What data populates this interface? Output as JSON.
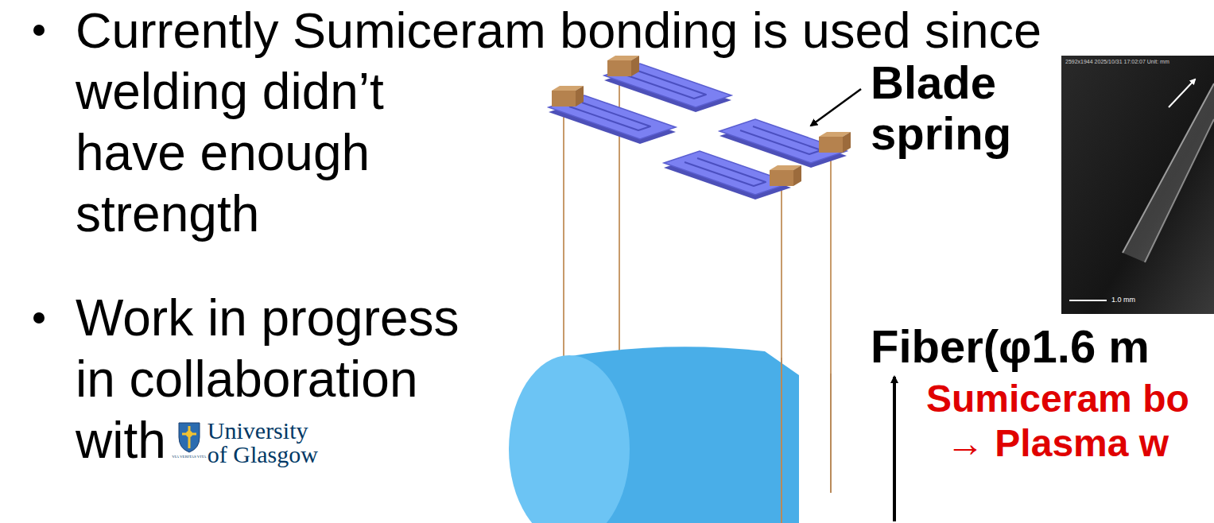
{
  "diagram": {
    "labels": [
      "Currently Sumiceram bonding is used since",
      "welding didn’t have enough strength",
      "Work in progress in collaboration with",
      "University",
      "of Glasgow",
      "VIA VERITAS VITA",
      "Blade spring",
      "2592x1944 2025/10/31 17:02:07 Unit: mm",
      "1.0 mm",
      "Fiber(φ1.6 m",
      "Sumiceram bo",
      "→ Plasma w"
    ]
  }
}
